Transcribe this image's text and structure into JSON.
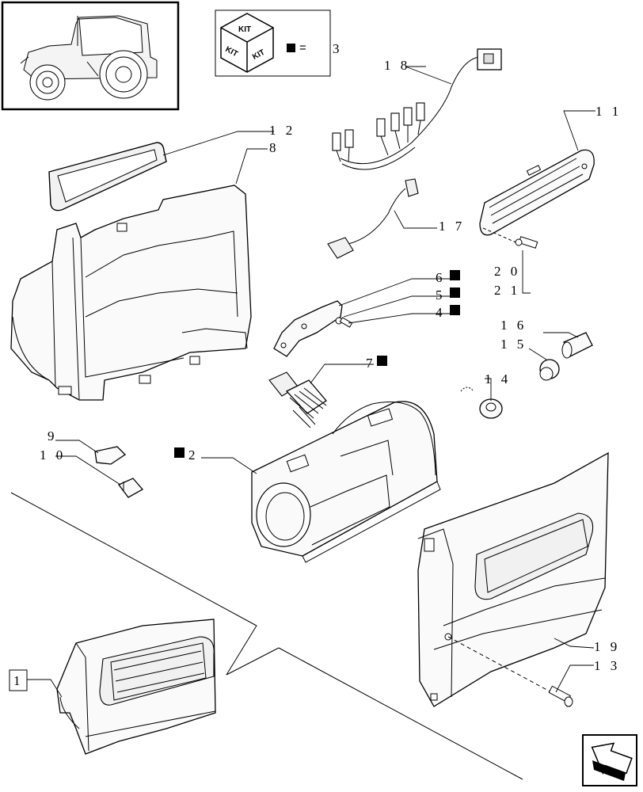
{
  "kit_legend": {
    "kit_word": "KIT",
    "equals": "=",
    "ref": "3"
  },
  "callouts": [
    {
      "id": "c12",
      "text": "1 2"
    },
    {
      "id": "c8",
      "text": "8"
    },
    {
      "id": "c18",
      "text": "1 8"
    },
    {
      "id": "c11",
      "text": "1 1"
    },
    {
      "id": "c17",
      "text": "1 7"
    },
    {
      "id": "c20",
      "text": "2 0"
    },
    {
      "id": "c21",
      "text": "2 1"
    },
    {
      "id": "c6",
      "text": "6"
    },
    {
      "id": "c5",
      "text": "5"
    },
    {
      "id": "c4",
      "text": "4"
    },
    {
      "id": "c16",
      "text": "1 6"
    },
    {
      "id": "c15",
      "text": "1 5"
    },
    {
      "id": "c7",
      "text": "7"
    },
    {
      "id": "c14",
      "text": "1 4"
    },
    {
      "id": "c9",
      "text": "9"
    },
    {
      "id": "c10",
      "text": "1 0"
    },
    {
      "id": "c2",
      "text": "2"
    },
    {
      "id": "c19",
      "text": "1 9"
    },
    {
      "id": "c13",
      "text": "1 3"
    },
    {
      "id": "c1",
      "text": "1"
    }
  ],
  "icons": {
    "tractor": "tractor-thumbnail-icon",
    "kit": "kit-cube-icon",
    "nav": "navigation-arrow-icon"
  }
}
